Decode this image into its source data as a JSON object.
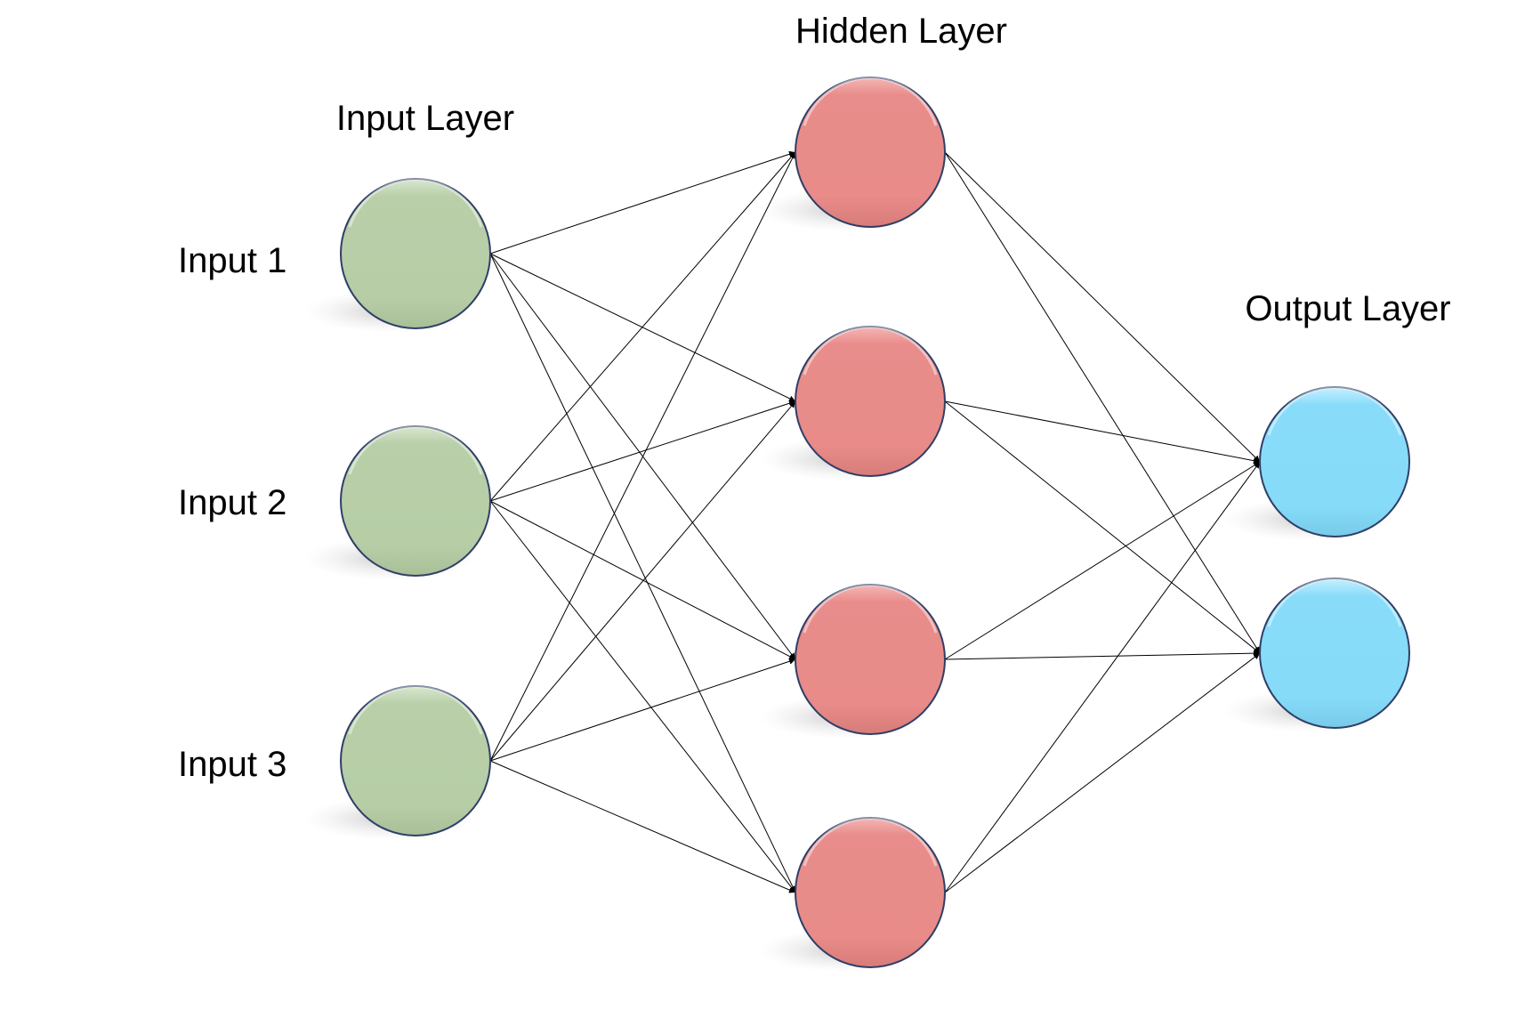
{
  "titles": {
    "input_layer": "Input Layer",
    "hidden_layer": "Hidden Layer",
    "output_layer": "Output Layer"
  },
  "input_labels": [
    "Input 1",
    "Input 2",
    "Input 3"
  ],
  "colors": {
    "input_fill": "#b8cfa9",
    "hidden_fill": "#e88d8b",
    "output_fill": "#88dcfa",
    "node_stroke": "#2f3f66",
    "edge": "#000000"
  },
  "network": {
    "input_count": 3,
    "hidden_count": 4,
    "output_count": 2,
    "fully_connected": true,
    "arrows_at_target": true
  }
}
